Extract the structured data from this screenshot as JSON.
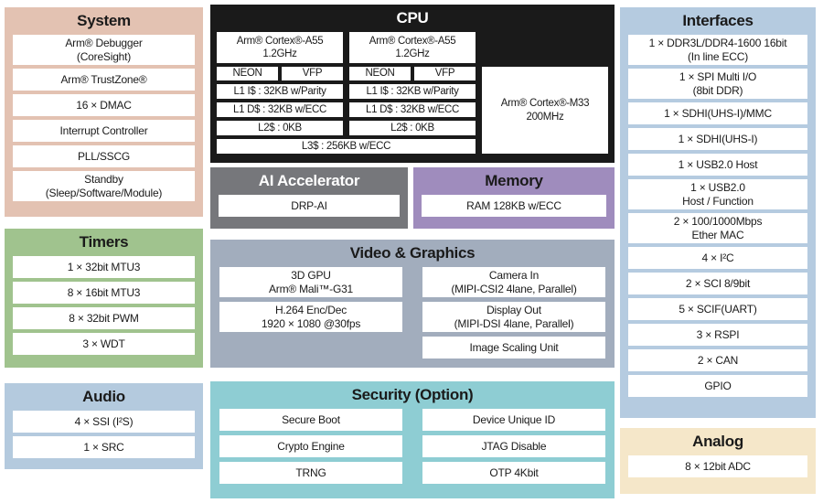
{
  "colors": {
    "system_bg": "#e3c2b2",
    "timers_bg": "#a0c38e",
    "audio_bg": "#b4cade",
    "cpu_bg": "#1a1a1a",
    "ai_bg": "#76777b",
    "memory_bg": "#9f8cbd",
    "video_bg": "#a2adbd",
    "security_bg": "#8ecdd3",
    "interfaces_bg": "#b5cbe0",
    "analog_bg": "#f5e7c9",
    "cell_bg": "#ffffff",
    "text": "#1a1a1a"
  },
  "blocks": {
    "system": {
      "title": "System",
      "items": [
        "Arm® Debugger\n(CoreSight)",
        "Arm® TrustZone®",
        "16 × DMAC",
        "Interrupt Controller",
        "PLL/SSCG",
        "Standby\n(Sleep/Software/Module)"
      ]
    },
    "timers": {
      "title": "Timers",
      "items": [
        "1 × 32bit MTU3",
        "8 × 16bit MTU3",
        "8 × 32bit PWM",
        "3 × WDT"
      ]
    },
    "audio": {
      "title": "Audio",
      "items": [
        "4 × SSI (I²S)",
        "1 × SRC"
      ]
    },
    "cpu": {
      "title": "CPU",
      "cores": [
        {
          "header": "Arm® Cortex®-A55\n1.2GHz",
          "neon": "NEON",
          "vfp": "VFP",
          "l1i": "L1 I$ : 32KB w/Parity",
          "l1d": "L1 D$ : 32KB w/ECC",
          "l2": "L2$ : 0KB"
        },
        {
          "header": "Arm® Cortex®-A55\n1.2GHz",
          "neon": "NEON",
          "vfp": "VFP",
          "l1i": "L1 I$ : 32KB w/Parity",
          "l1d": "L1 D$ : 32KB w/ECC",
          "l2": "L2$ : 0KB"
        }
      ],
      "l3": "L3$ : 256KB w/ECC",
      "m33": "Arm® Cortex®-M33\n200MHz"
    },
    "ai": {
      "title": "AI Accelerator",
      "items": [
        "DRP-AI"
      ]
    },
    "memory": {
      "title": "Memory",
      "items": [
        "RAM 128KB w/ECC"
      ]
    },
    "video": {
      "title": "Video & Graphics",
      "left": [
        "3D GPU\nArm® Mali™-G31",
        "H.264 Enc/Dec\n1920 × 1080 @30fps"
      ],
      "right": [
        "Camera In\n(MIPI-CSI2 4lane, Parallel)",
        "Display Out\n(MIPI-DSI 4lane, Parallel)",
        "Image Scaling Unit"
      ]
    },
    "security": {
      "title": "Security (Option)",
      "left": [
        "Secure Boot",
        "Crypto Engine",
        "TRNG"
      ],
      "right": [
        "Device Unique ID",
        "JTAG Disable",
        "OTP 4Kbit"
      ]
    },
    "interfaces": {
      "title": "Interfaces",
      "items": [
        "1 × DDR3L/DDR4-1600 16bit\n(In line ECC)",
        "1 × SPI Multi I/O\n(8bit DDR)",
        "1 × SDHI(UHS-I)/MMC",
        "1 × SDHI(UHS-I)",
        "1 × USB2.0 Host",
        "1 × USB2.0\nHost / Function",
        "2 × 100/1000Mbps\nEther MAC",
        "4 × I²C",
        "2 × SCI 8/9bit",
        "5 × SCIF(UART)",
        "3 × RSPI",
        "2 × CAN",
        "GPIO"
      ]
    },
    "analog": {
      "title": "Analog",
      "items": [
        "8 × 12bit ADC"
      ]
    }
  }
}
